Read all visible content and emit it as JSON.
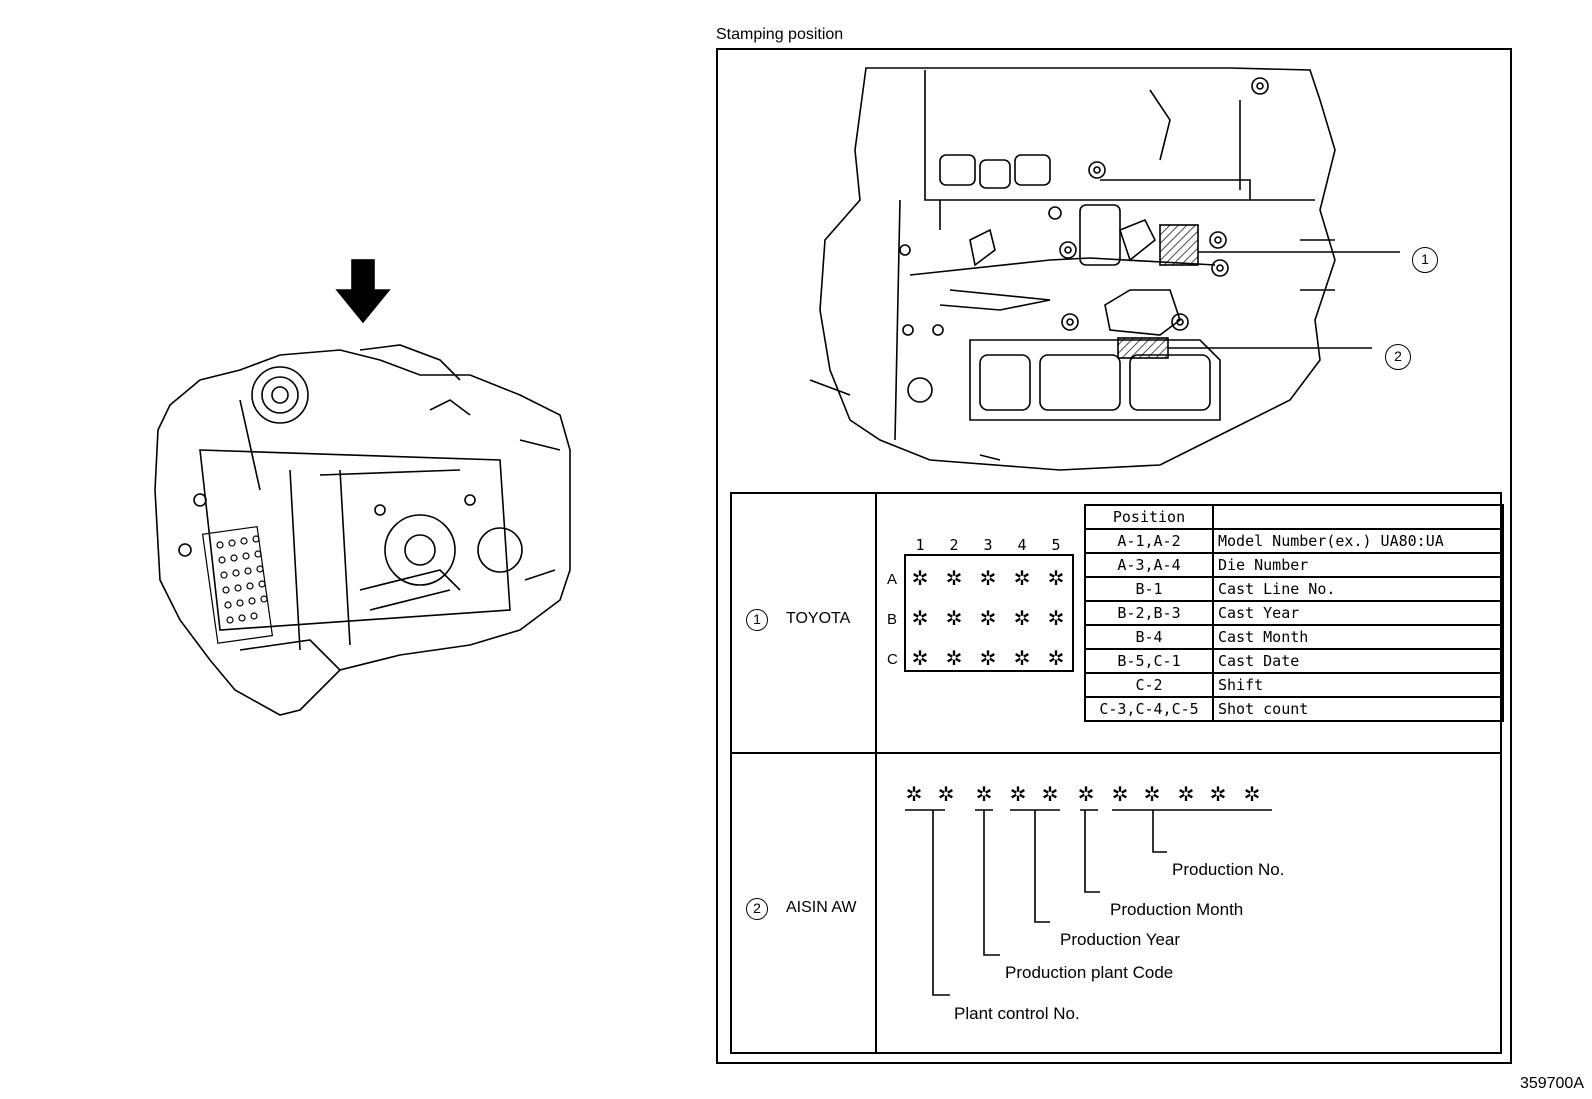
{
  "caption": "Stamping position",
  "figure_id": "359700A",
  "callouts": [
    "1",
    "2"
  ],
  "toyota": {
    "number": "1",
    "label": "TOYOTA",
    "columns": [
      "1",
      "2",
      "3",
      "4",
      "5"
    ],
    "rows": [
      "A",
      "B",
      "C"
    ],
    "mark": "✲",
    "table_header": [
      "Position",
      ""
    ],
    "table_rows": [
      [
        "A-1,A-2",
        "Model Number(ex.) UA80:UA"
      ],
      [
        "A-3,A-4",
        "Die Number"
      ],
      [
        "B-1",
        "Cast Line No."
      ],
      [
        "B-2,B-3",
        "Cast Year"
      ],
      [
        "B-4",
        "Cast Month"
      ],
      [
        "B-5,C-1",
        "Cast Date"
      ],
      [
        "C-2",
        "Shift"
      ],
      [
        "C-3,C-4,C-5",
        "Shot count"
      ]
    ]
  },
  "aisin": {
    "number": "2",
    "label": "AISIN AW",
    "mark": "✲",
    "labels": {
      "production_no": "Production No.",
      "production_month": "Production Month",
      "production_year": "Production Year",
      "production_plant_code": "Production plant Code",
      "plant_control_no": "Plant control No."
    }
  }
}
